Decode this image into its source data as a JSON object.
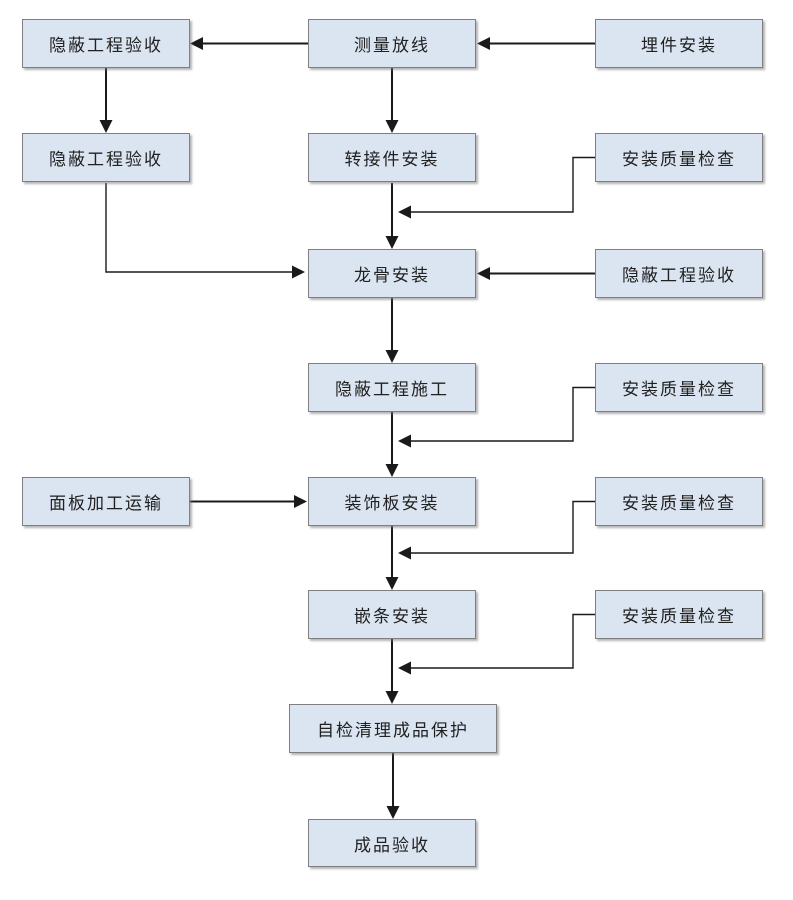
{
  "diagram": {
    "type": "flowchart",
    "direction": "top-down",
    "colors": {
      "background": "#ffffff",
      "node_fill": "#dbe5f1",
      "node_border": "#7f7f7f",
      "arrow": "#1a1a1a",
      "text": "#212121"
    },
    "nodes": [
      {
        "id": "hidden-inspection-1",
        "label": "隐蔽工程验收"
      },
      {
        "id": "measure-layout",
        "label": "测量放线"
      },
      {
        "id": "embed-install",
        "label": "埋件安装"
      },
      {
        "id": "hidden-inspection-2",
        "label": "隐蔽工程验收"
      },
      {
        "id": "adapter-install",
        "label": "转接件安装"
      },
      {
        "id": "qc-1",
        "label": "安装质量检查"
      },
      {
        "id": "keel-install",
        "label": "龙骨安装"
      },
      {
        "id": "hidden-inspection-3",
        "label": "隐蔽工程验收"
      },
      {
        "id": "hidden-construction",
        "label": "隐蔽工程施工"
      },
      {
        "id": "qc-2",
        "label": "安装质量检查"
      },
      {
        "id": "panel-processing",
        "label": "面板加工运输"
      },
      {
        "id": "decorative-panel-install",
        "label": "装饰板安装"
      },
      {
        "id": "qc-3",
        "label": "安装质量检查"
      },
      {
        "id": "inlay-install",
        "label": "嵌条安装"
      },
      {
        "id": "qc-4",
        "label": "安装质量检查"
      },
      {
        "id": "self-check-protect",
        "label": "自检清理成品保护"
      },
      {
        "id": "product-acceptance",
        "label": "成品验收"
      }
    ],
    "edges": [
      {
        "from": "embed-install",
        "to": "measure-layout",
        "style": "straight"
      },
      {
        "from": "measure-layout",
        "to": "hidden-inspection-1",
        "style": "straight"
      },
      {
        "from": "hidden-inspection-1",
        "to": "hidden-inspection-2",
        "style": "straight"
      },
      {
        "from": "measure-layout",
        "to": "adapter-install",
        "style": "straight"
      },
      {
        "from": "adapter-install",
        "to": "keel-install",
        "style": "straight"
      },
      {
        "from": "qc-1",
        "to": "keel-install",
        "style": "elbow"
      },
      {
        "from": "hidden-inspection-2",
        "to": "keel-install",
        "style": "elbow"
      },
      {
        "from": "hidden-inspection-3",
        "to": "keel-install",
        "style": "straight"
      },
      {
        "from": "keel-install",
        "to": "hidden-construction",
        "style": "straight"
      },
      {
        "from": "qc-2",
        "to": "decorative-panel-install",
        "style": "elbow"
      },
      {
        "from": "hidden-construction",
        "to": "decorative-panel-install",
        "style": "straight"
      },
      {
        "from": "panel-processing",
        "to": "decorative-panel-install",
        "style": "straight"
      },
      {
        "from": "decorative-panel-install",
        "to": "inlay-install",
        "style": "straight"
      },
      {
        "from": "qc-3",
        "to": "inlay-install",
        "style": "elbow"
      },
      {
        "from": "inlay-install",
        "to": "self-check-protect",
        "style": "straight"
      },
      {
        "from": "qc-4",
        "to": "self-check-protect",
        "style": "elbow"
      },
      {
        "from": "self-check-protect",
        "to": "product-acceptance",
        "style": "straight"
      }
    ]
  }
}
